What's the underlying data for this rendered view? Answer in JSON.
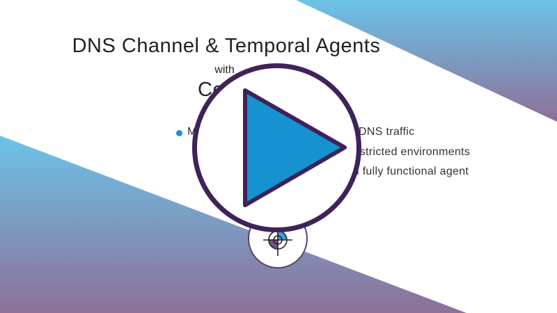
{
  "slide": {
    "title_main": "DNS Channel & Temporal Agents",
    "title_with": "with",
    "title_core_partial": "Core I",
    "bullets": {
      "line1_start": "M",
      "line1_end": "s DNS traffic",
      "line2": "restricted environments",
      "line3": "th fully functional agent"
    }
  },
  "player": {
    "play_icon": "play-icon",
    "state": "paused"
  },
  "logo": {
    "icon": "crosshair-logo-icon"
  },
  "colors": {
    "accent_blue": "#1a8fd0",
    "play_fill": "#1592cf",
    "play_outline": "#3e2358",
    "gradient_top": "#6cc3e8",
    "gradient_bottom": "#8e7098",
    "text": "#222222"
  }
}
